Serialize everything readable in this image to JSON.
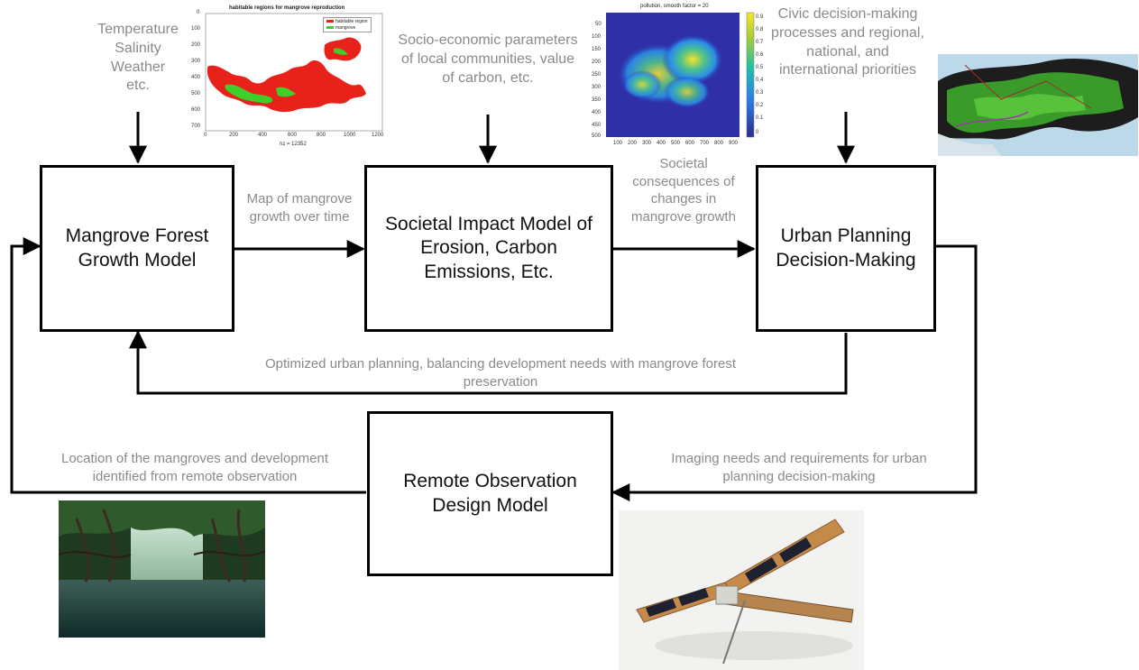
{
  "boxes": {
    "mangrove": "Mangrove Forest Growth Model",
    "societal": "Societal Impact Model of Erosion, Carbon Emissions, Etc.",
    "urban": "Urban Planning Decision-Making",
    "remote": "Remote Observation Design Model"
  },
  "labels": {
    "temperature": "Temperature\nSalinity\nWeather\netc.",
    "socio": "Socio-economic parameters\nof local communities, value\nof carbon, etc.",
    "civic": "Civic decision-making\nprocesses and regional,\nnational, and\ninternational priorities",
    "map_growth": "Map of mangrove\ngrowth over time",
    "consequences": "Societal\nconsequences of\nchanges in\nmangrove growth",
    "optimized": "Optimized urban planning, balancing development needs with mangrove forest\npreservation",
    "location": "Location of the mangroves and development\nidentified from remote observation",
    "imaging": "Imaging needs and requirements for urban\nplanning decision-making"
  },
  "habitable_plot": {
    "title": "habitable regions for mangrove reproduction",
    "legend": [
      "habitable region",
      "mangrove"
    ],
    "y_ticks": [
      "0",
      "100",
      "200",
      "300",
      "400",
      "500",
      "600",
      "700"
    ],
    "x_ticks": [
      "0",
      "200",
      "400",
      "600",
      "800",
      "1000",
      "1200"
    ],
    "xlabel": "nz = 12352",
    "colors": {
      "habitable": "#e8211a",
      "mangrove": "#3fcf2a"
    }
  },
  "pollution_plot": {
    "title": "pollution, smooth factor = 20",
    "y_ticks": [
      "50",
      "100",
      "150",
      "200",
      "250",
      "300",
      "350",
      "400",
      "450",
      "500"
    ],
    "x_ticks": [
      "100",
      "200",
      "300",
      "400",
      "500",
      "600",
      "700",
      "800",
      "900"
    ],
    "colorbar_ticks": [
      "0.9",
      "0.8",
      "0.7",
      "0.6",
      "0.5",
      "0.4",
      "0.3",
      "0.2",
      "0.1",
      "0"
    ]
  },
  "photos": {
    "map": "satellite-map-image",
    "mangrove": "mangrove-forest-photo",
    "satellite": "cubesat-photo"
  }
}
